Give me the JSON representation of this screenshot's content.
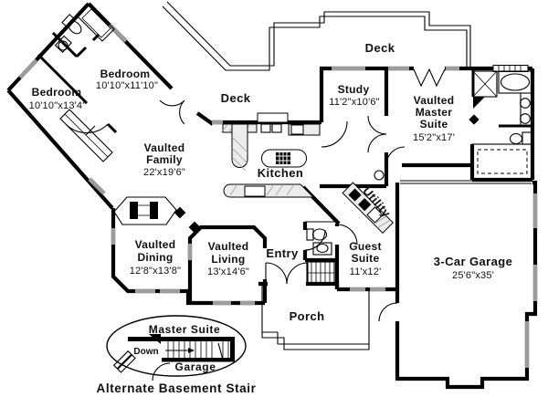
{
  "plan": {
    "rooms": {
      "bedroom_upper": {
        "name": "Bedroom",
        "dims": "10'10\"x11'10\""
      },
      "bedroom_lower": {
        "name": "Bedroom",
        "dims": "10'10\"x13'4\""
      },
      "family": {
        "l1": "Vaulted",
        "l2": "Family",
        "dims": "22'x19'6\""
      },
      "deck_left": {
        "name": "Deck"
      },
      "deck_top": {
        "name": "Deck"
      },
      "study": {
        "name": "Study",
        "dims": "11'2\"x10'6\""
      },
      "master_suite": {
        "l1": "Vaulted",
        "l2": "Master",
        "l3": "Suite",
        "dims": "15'2\"x17'"
      },
      "kitchen": {
        "name": "Kitchen"
      },
      "utility": {
        "name": "Utility"
      },
      "dining": {
        "l1": "Vaulted",
        "l2": "Dining",
        "dims": "12'8\"x13'8\""
      },
      "living": {
        "l1": "Vaulted",
        "l2": "Living",
        "dims": "13'x14'6\""
      },
      "entry": {
        "name": "Entry"
      },
      "guest_suite": {
        "l1": "Guest",
        "l2": "Suite",
        "dims": "11'x12'"
      },
      "garage": {
        "name": "3-Car Garage",
        "dims": "25'6\"x35'"
      },
      "porch": {
        "name": "Porch"
      }
    },
    "inset": {
      "label_master_suite": "Master Suite",
      "label_down": "Down",
      "label_garage": "Garage",
      "caption": "Alternate Basement Stair"
    },
    "colors": {
      "line": "#000000",
      "window": "#9c9c9c",
      "counter_fill": "#ececec",
      "background": "#ffffff"
    }
  }
}
